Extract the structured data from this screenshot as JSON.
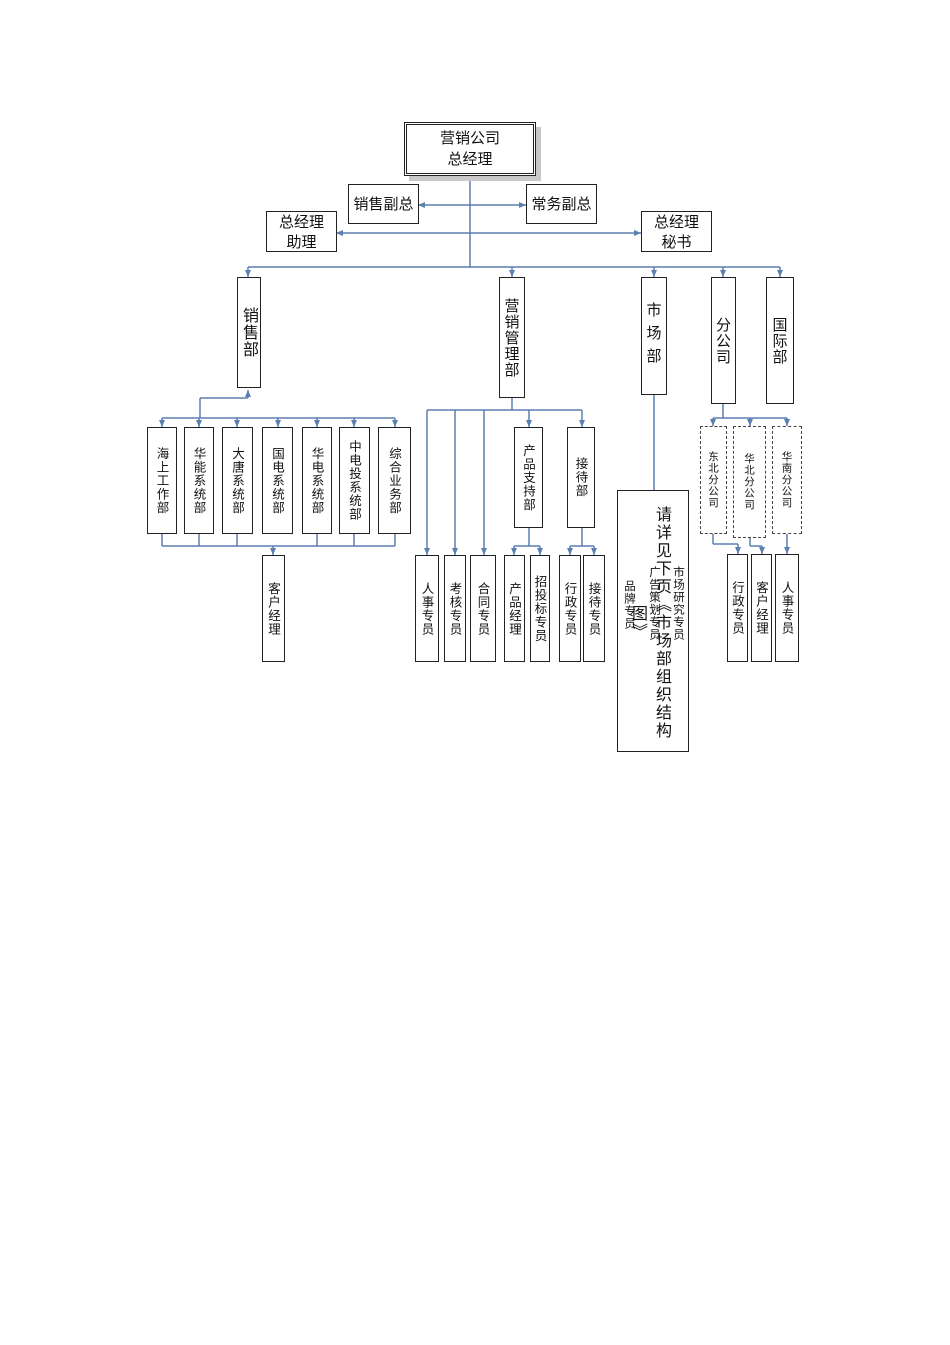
{
  "colors": {
    "line": "#5b7fb0",
    "border": "#222222"
  },
  "top": {
    "general_manager": "营销公司\n总经理"
  },
  "deputies": {
    "sales_vp": "销售副总",
    "executive_vp": "常务副总"
  },
  "staff": {
    "assistant": "总经理\n助理",
    "secretary": "总经理\n秘书"
  },
  "departments": {
    "sales": "销售部",
    "marketing_mgmt": "营销管理部",
    "market": "市场部",
    "branch": "分公司",
    "international": "国际部"
  },
  "sales_units": [
    "海上工作部",
    "华能系统部",
    "大唐系统部",
    "国电系统部",
    "华电系统部",
    "中电投系统部",
    "综合业务部"
  ],
  "sales_sub": {
    "account_manager": "客户经理"
  },
  "marketing_mgmt_units": {
    "hr_specialist": "人事专员",
    "assessment_specialist": "考核专员",
    "contract_specialist": "合同专员",
    "product_support": "产品支持部",
    "reception": "接待部",
    "product_manager": "产品经理",
    "bidding_specialist": "招投标专员",
    "admin_specialist": "行政专员",
    "reception_specialist": "接待专员"
  },
  "market_note": {
    "main": "请详见下页《市场部组织结构图》",
    "brand": "品牌专员",
    "ad_planning": "广告策划专员",
    "research": "市场研究专员"
  },
  "branches": [
    "东北分公司",
    "华北分公司",
    "华南分公司"
  ],
  "branch_staff": {
    "admin": "行政专员",
    "account_manager": "客户经理",
    "hr": "人事专员"
  }
}
